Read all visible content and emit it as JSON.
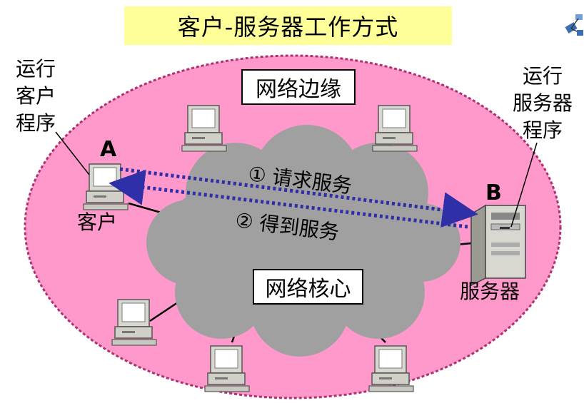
{
  "title": "客户-服务器工作方式",
  "edge_label": "网络边缘",
  "core_label": "网络核心",
  "client": {
    "run_label_lines": [
      "运行",
      "客户",
      "程序"
    ],
    "letter": "A",
    "name": "客户"
  },
  "server": {
    "run_label_lines": [
      "运行",
      "服务器",
      "程序"
    ],
    "letter": "B",
    "name": "服务器"
  },
  "messages": {
    "request": "① 请求服务",
    "response": "② 得到服务"
  },
  "colors": {
    "title_bg": "#ffff99",
    "edge_fill": "#ff99cc",
    "core_fill": "#999999",
    "arrow": "#2f2fa8"
  }
}
